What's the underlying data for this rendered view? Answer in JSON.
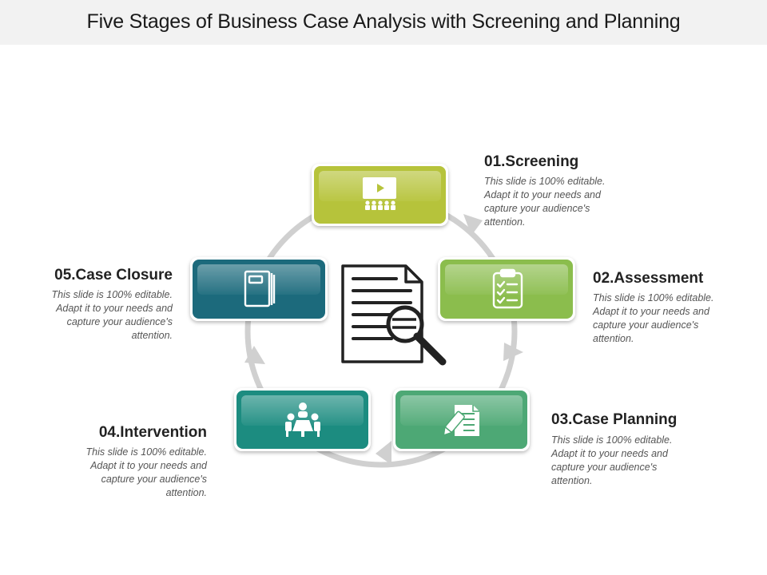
{
  "title": "Five Stages of Business Case Analysis with Screening and Planning",
  "colors": {
    "screening": "#b6c33a",
    "assessment": "#8bbd4e",
    "planning": "#4da874",
    "intervention": "#1c8c80",
    "closure": "#1b6a7c",
    "arrow": "#d0d0d0"
  },
  "stages": [
    {
      "label": "01.Screening",
      "description": "This slide is 100% editable. Adapt it to your needs and capture your audience's attention.",
      "icon": "presentation-audience-icon"
    },
    {
      "label": "02.Assessment",
      "description": "This slide is 100% editable. Adapt it to your needs and capture your audience's attention.",
      "icon": "clipboard-checklist-icon"
    },
    {
      "label": "03.Case Planning",
      "description": "This slide is 100% editable. Adapt it to your needs and capture your audience's attention.",
      "icon": "document-pencil-icon"
    },
    {
      "label": "04.Intervention",
      "description": "This slide is 100% editable. Adapt it to your needs and capture your audience's attention.",
      "icon": "meeting-table-icon"
    },
    {
      "label": "05.Case Closure",
      "description": "This slide is 100% editable. Adapt it to your needs and capture your audience's attention.",
      "icon": "closed-folder-icon"
    }
  ],
  "center_icon": "document-magnifier-icon"
}
